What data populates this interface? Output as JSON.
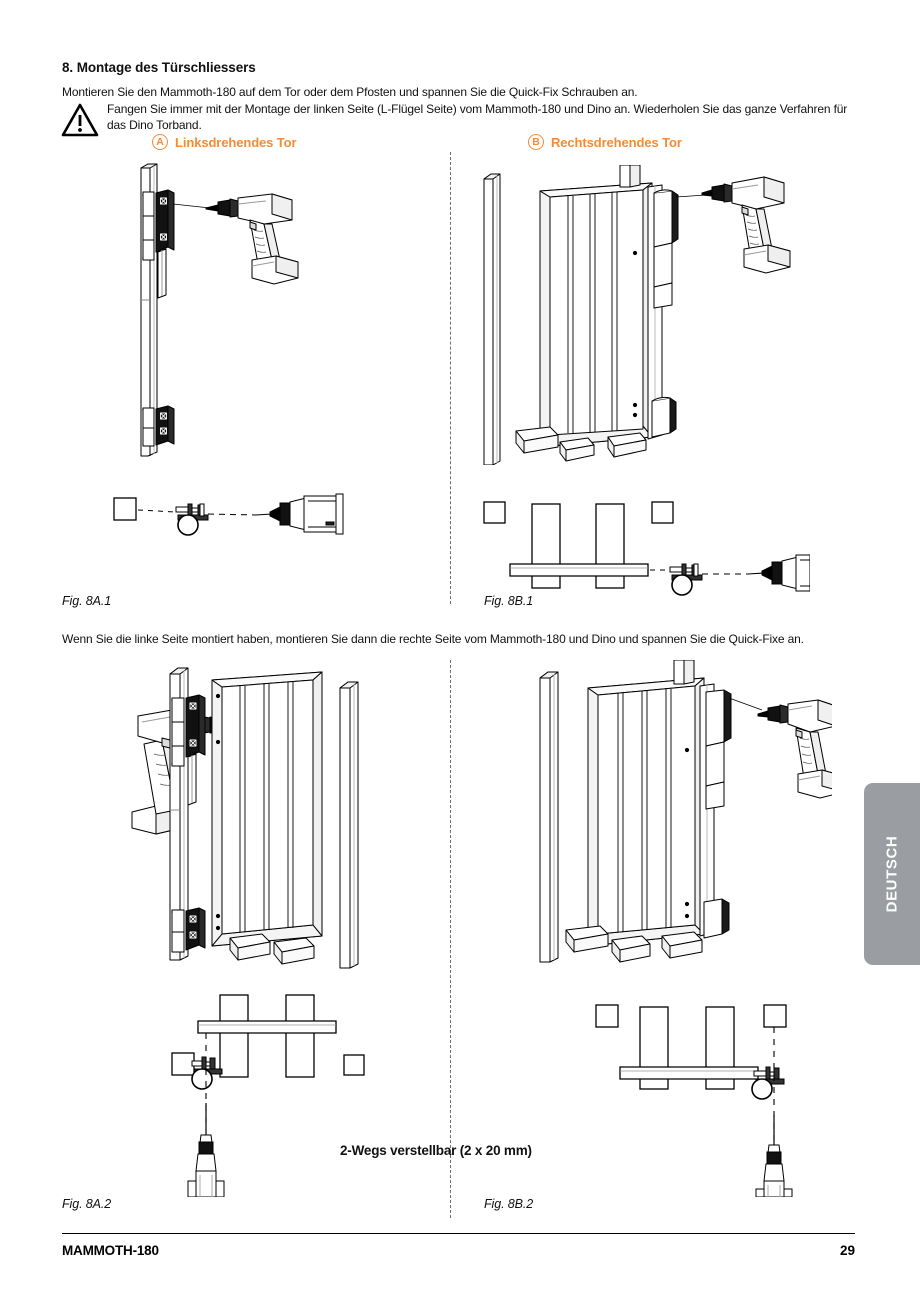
{
  "document": {
    "language_tab": "DEUTSCH",
    "footer_title": "MAMMOTH-180",
    "page_number": "29"
  },
  "section": {
    "number_title": "8. Montage des Türschliessers",
    "intro": "Montieren Sie den Mammoth-180 auf dem Tor oder dem Pfosten und spannen Sie die Quick-Fix Schrauben an.",
    "warning_icon": "warning-triangle-icon",
    "warning_text": "Fangen Sie immer mit der Montage der linken Seite (L-Flügel Seite) vom Mammoth-180 und Dino an. Wiederholen Sie das ganze Verfahren für das Dino Torband."
  },
  "columns": {
    "left": {
      "badge": "A",
      "label": "Linksdrehendes Tor"
    },
    "right": {
      "badge": "B",
      "label": "Rechtsdrehendes Tor"
    }
  },
  "figures": {
    "fig_8a1": "Fig. 8A.1",
    "fig_8b1": "Fig. 8B.1",
    "fig_8a2": "Fig. 8A.2",
    "fig_8b2": "Fig. 8B.2"
  },
  "middle_instruction": "Wenn Sie die linke Seite montiert haben, montieren Sie dann die rechte Seite vom Mammoth-180 und Dino und spannen Sie die Quick-Fixe an.",
  "adjust_note": "2-Wegs verstellbar (2 x 20 mm)",
  "colors": {
    "accent_orange": "#F68B33",
    "tab_gray": "#9a9da1",
    "line_black": "#000000",
    "divider_gray": "#6d6d6d"
  }
}
